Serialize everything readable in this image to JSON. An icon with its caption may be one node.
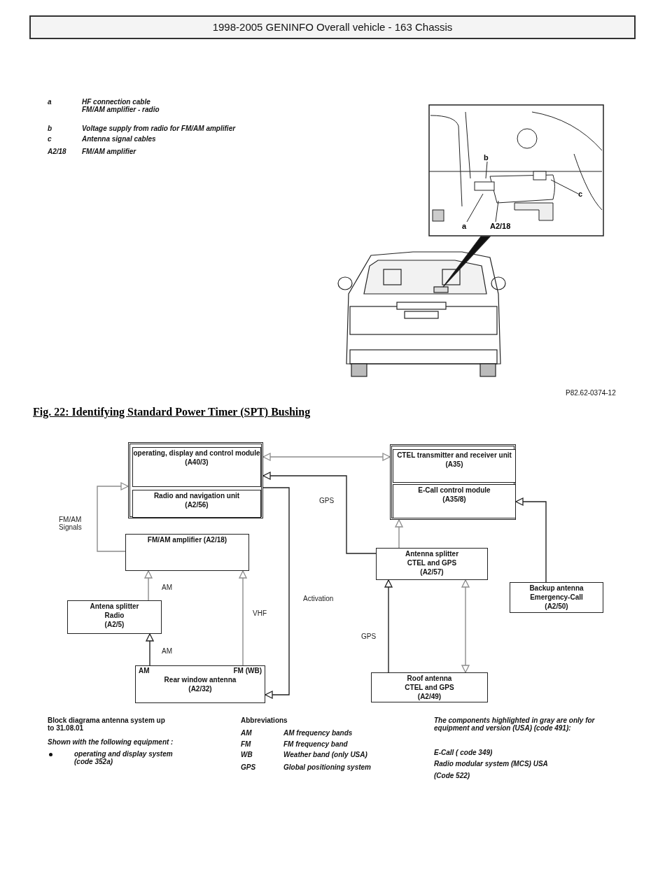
{
  "diagram": {
    "title": "1998-2005 GENINFO Overall vehicle - 163 Chassis",
    "caption": "Fig. 22: Identifying Standard Power Timer (SPT) Bushing",
    "nodes": [
      {
        "text": [],
        "shape": "box"
      },
      {
        "text": [
          "operating, display and control module",
          "(A40/3)"
        ],
        "in": 0
      },
      {
        "text": [
          "Radio and navigation unit",
          "(A2/56)"
        ],
        "in": 0
      },
      {
        "text": [],
        "shape": "box"
      },
      {
        "text": [
          "CTEL transmitter and receiver unit",
          "(A35)"
        ],
        "in": 3
      },
      {
        "text": [
          "E-Call control module",
          "(A35/8)"
        ],
        "in": 3
      },
      {
        "text": [
          "FM/AM amplifier (A2/18)"
        ]
      },
      {
        "text": [
          "Antenna splitter",
          "CTEL and GPS",
          "(A2/57)"
        ]
      },
      {
        "text": [
          "Antena splitter",
          "Radio",
          "(A2/5)"
        ]
      },
      {
        "text": [
          "Backup antenna",
          "Emergency-Call",
          "(A2/50)"
        ]
      },
      {
        "text": [
          "AM",
          "FM (WB)",
          "Rear window antenna",
          "(A2/32)"
        ]
      },
      {
        "text": [
          "Roof antenna",
          "CTEL and GPS",
          "(A2/49)"
        ]
      },
      {
        "text": [
          "b"
        ]
      },
      {
        "text": [
          "c"
        ]
      },
      {
        "text": [
          "a"
        ]
      },
      {
        "text": [
          "A2/18"
        ]
      }
    ],
    "edges": [
      {
        "from": 6,
        "to": 0,
        "arrow": "to",
        "label": "FM/AM Signals",
        "color": "#8c8c8c"
      },
      {
        "from": 0,
        "to": 3,
        "arrow": "both",
        "color": "#8c8c8c"
      },
      {
        "from": 7,
        "to": 0,
        "arrow": "to",
        "label": "GPS"
      },
      {
        "from": 0,
        "to": 10,
        "arrow": "to",
        "label": "Activation"
      },
      {
        "from": 7,
        "to": 3,
        "arrow": "to",
        "color": "#8c8c8c"
      },
      {
        "from": 9,
        "to": 3,
        "arrow": "to"
      },
      {
        "from": 11,
        "to": 7,
        "arrow": "to",
        "label": "GPS"
      },
      {
        "from": 11,
        "to": 7,
        "arrow": "both",
        "color": "#8c8c8c"
      },
      {
        "from": 8,
        "to": 6,
        "arrow": "to",
        "label": "AM",
        "color": "#8c8c8c"
      },
      {
        "from": 10,
        "to": 8,
        "arrow": "to",
        "label": "AM"
      },
      {
        "from": 10,
        "to": 6,
        "arrow": "to",
        "label": "VHF",
        "color": "#8c8c8c"
      },
      {
        "from": 12,
        "to": null,
        "arrow": "none"
      },
      {
        "from": 13,
        "to": null,
        "arrow": "none"
      },
      {
        "from": 14,
        "to": null,
        "arrow": "none"
      },
      {
        "from": 15,
        "to": null,
        "arrow": "none"
      }
    ],
    "labels": [
      "a",
      "HF connection cable FM/AM amplifier - radio",
      "b",
      "Voltage supply from radio for FM/AM amplifier",
      "c",
      "Antenna signal cables",
      "A2/18",
      "FM/AM amplifier",
      "P82.62-0374-12",
      "Block diagrama antenna system up to 31.08.01",
      "Shown with the following equipment :",
      "operating and display system (code 352a)",
      "Abbreviations",
      "AM",
      "AM frequency bands",
      "FM",
      "FM frequency band",
      "WB",
      "Weather band (only USA)",
      "GPS",
      "Global positioning system",
      "The components highlighted in gray are only for equipment and version (USA) (code 491):",
      "E-Call ( code 349)",
      "Radio modular system (MCS) USA",
      "(Code 522)"
    ]
  }
}
